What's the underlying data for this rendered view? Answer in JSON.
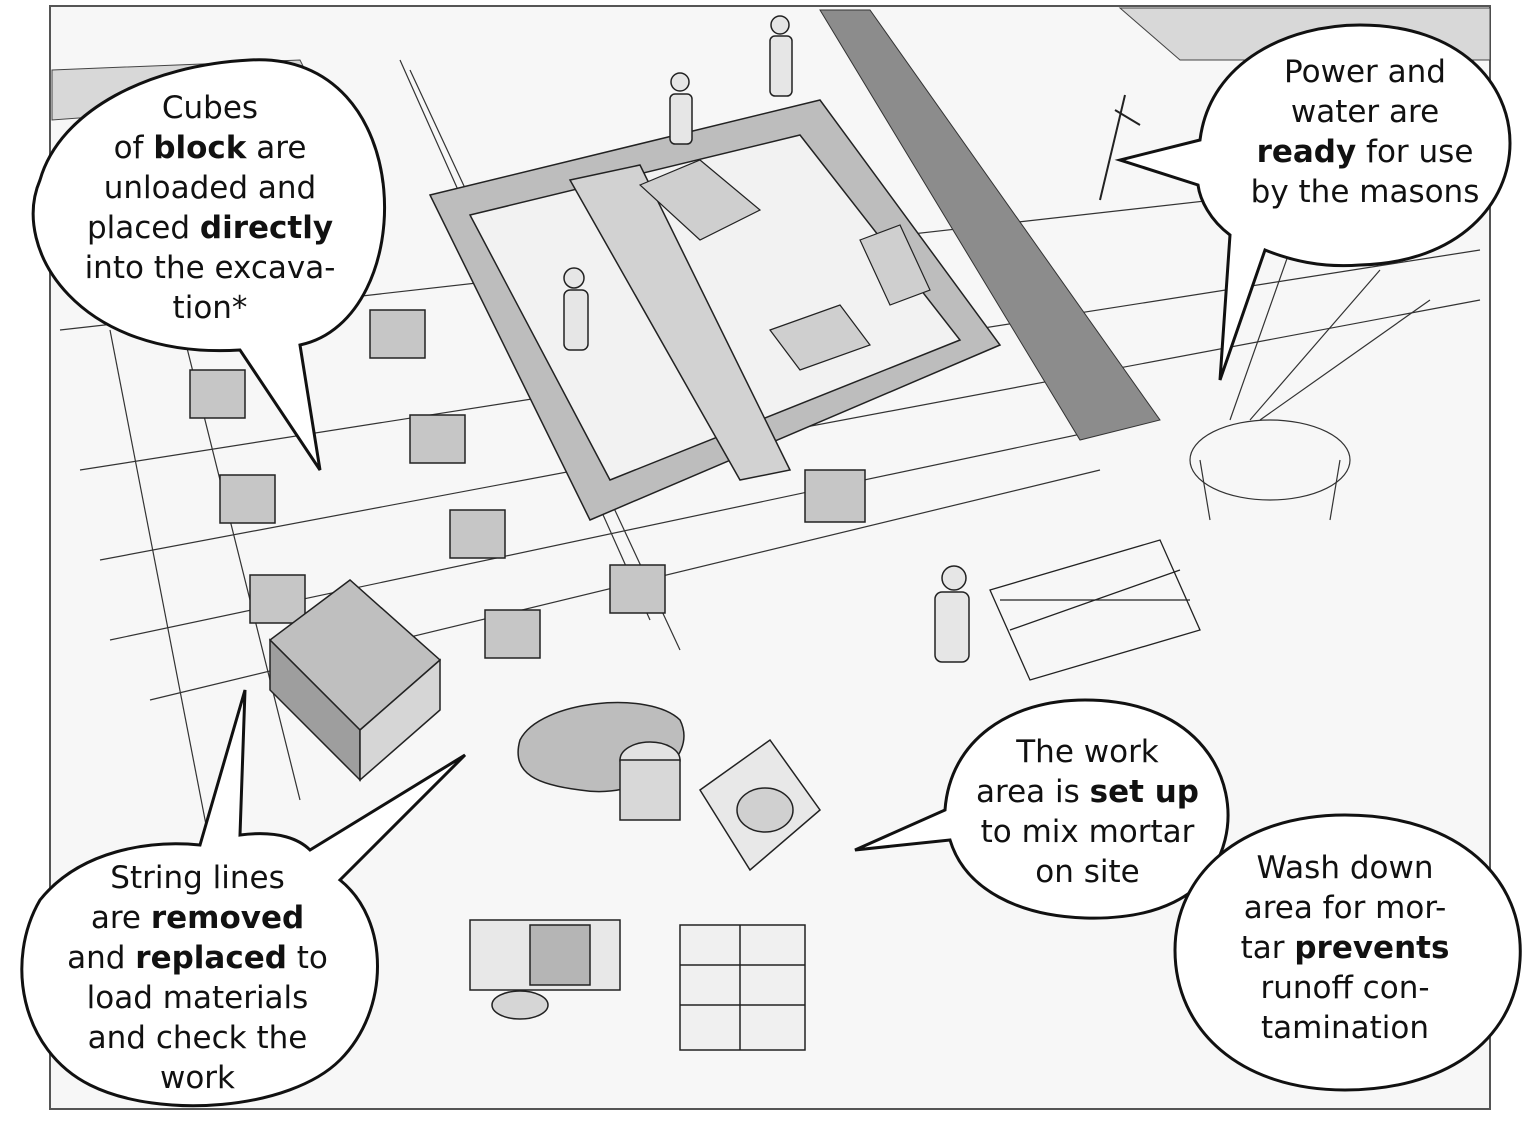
{
  "colors": {
    "ink": "#111111",
    "ground": "#f7f7f7",
    "shadow": "#a9a9a9",
    "slab": "#cfcfcf",
    "block": "#c6c6c6"
  },
  "callouts": [
    {
      "id": "cubes-of-block",
      "lines": [
        [
          {
            "t": "Cubes",
            "b": false
          }
        ],
        [
          {
            "t": "of ",
            "b": false
          },
          {
            "t": "block",
            "b": true
          },
          {
            "t": " are",
            "b": false
          }
        ],
        [
          {
            "t": "unloaded and",
            "b": false
          }
        ],
        [
          {
            "t": "placed ",
            "b": false
          },
          {
            "t": "directly",
            "b": true
          }
        ],
        [
          {
            "t": "into the excava-",
            "b": false
          }
        ],
        [
          {
            "t": "tion*",
            "b": false
          }
        ]
      ]
    },
    {
      "id": "power-and-water",
      "lines": [
        [
          {
            "t": "Power and",
            "b": false
          }
        ],
        [
          {
            "t": "water are",
            "b": false
          }
        ],
        [
          {
            "t": "ready",
            "b": true
          },
          {
            "t": " for use",
            "b": false
          }
        ],
        [
          {
            "t": "by the masons",
            "b": false
          }
        ]
      ]
    },
    {
      "id": "work-area-set-up",
      "lines": [
        [
          {
            "t": "The work",
            "b": false
          }
        ],
        [
          {
            "t": "area is ",
            "b": false
          },
          {
            "t": "set up",
            "b": true
          }
        ],
        [
          {
            "t": "to mix mortar",
            "b": false
          }
        ],
        [
          {
            "t": "on site",
            "b": false
          }
        ]
      ]
    },
    {
      "id": "wash-down-area",
      "lines": [
        [
          {
            "t": "Wash down",
            "b": false
          }
        ],
        [
          {
            "t": "area for mor-",
            "b": false
          }
        ],
        [
          {
            "t": "tar ",
            "b": false
          },
          {
            "t": "prevents",
            "b": true
          }
        ],
        [
          {
            "t": "runoff con-",
            "b": false
          }
        ],
        [
          {
            "t": "tamination",
            "b": false
          }
        ]
      ]
    },
    {
      "id": "string-lines",
      "lines": [
        [
          {
            "t": "String lines",
            "b": false
          }
        ],
        [
          {
            "t": "are ",
            "b": false
          },
          {
            "t": "removed",
            "b": true
          }
        ],
        [
          {
            "t": "and ",
            "b": false
          },
          {
            "t": "replaced",
            "b": true
          },
          {
            "t": " to",
            "b": false
          }
        ],
        [
          {
            "t": "load materials",
            "b": false
          }
        ],
        [
          {
            "t": "and check the",
            "b": false
          }
        ],
        [
          {
            "t": "work",
            "b": false
          }
        ]
      ]
    }
  ]
}
